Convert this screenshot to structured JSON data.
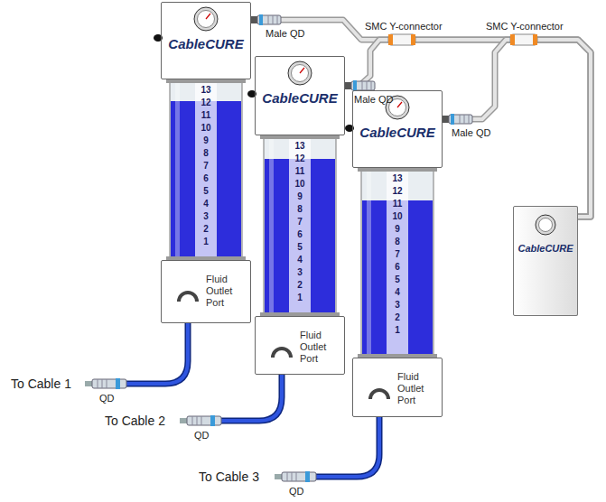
{
  "diagram": {
    "nodes": [
      {
        "text": [
          "CableCURE"
        ]
      },
      {
        "text": [
          "Fluid Outlet Port"
        ]
      },
      {
        "text": [
          "CableCURE"
        ]
      },
      {
        "text": [
          "Fluid Outlet Port"
        ]
      },
      {
        "text": [
          "CableCURE"
        ]
      },
      {
        "text": [
          "Fluid Outlet Port"
        ]
      },
      {
        "text": [
          "CableCURE"
        ]
      }
    ],
    "edges": [
      {
        "from": 6,
        "to": 0,
        "arrow": "none"
      },
      {
        "from": 6,
        "to": 2,
        "arrow": "none"
      },
      {
        "from": 6,
        "to": 4,
        "arrow": "none"
      }
    ],
    "labels": [
      "SMC Y-connector",
      "SMC Y-connector",
      "Male QD",
      "Male QD",
      "Male QD",
      "13",
      "12",
      "11",
      "10",
      "9",
      "8",
      "7",
      "6",
      "5",
      "4",
      "3",
      "2",
      "1",
      "13",
      "12",
      "11",
      "10",
      "9",
      "8",
      "7",
      "6",
      "5",
      "4",
      "3",
      "2",
      "1",
      "13",
      "12",
      "11",
      "10",
      "9",
      "8",
      "7",
      "6",
      "5",
      "4",
      "3",
      "2",
      "1",
      "To Cable 1",
      "QD",
      "To Cable 2",
      "QD",
      "To Cable 3",
      "QD"
    ]
  }
}
